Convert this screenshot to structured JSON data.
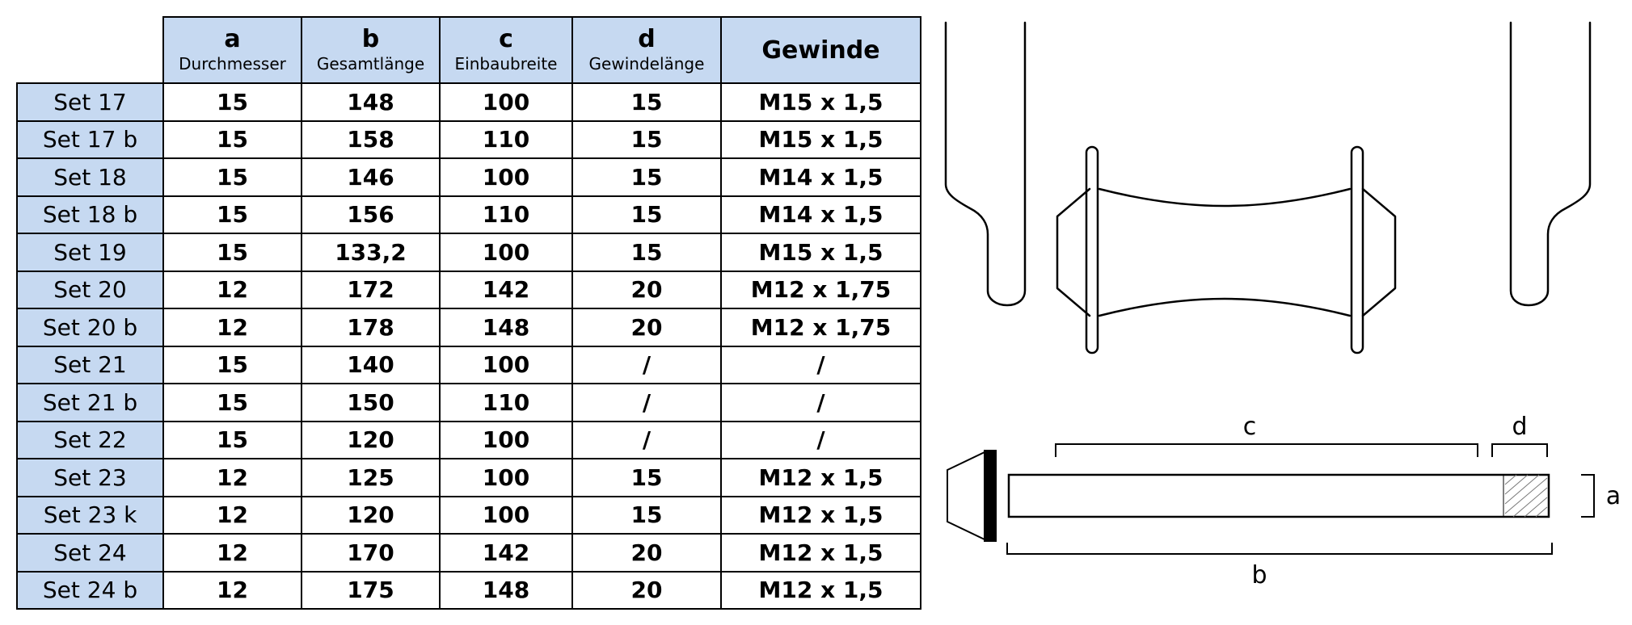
{
  "table": {
    "columns": [
      {
        "letter": "a",
        "name": "Durchmesser"
      },
      {
        "letter": "b",
        "name": "Gesamtlänge"
      },
      {
        "letter": "c",
        "name": "Einbaubreite"
      },
      {
        "letter": "d",
        "name": "Gewindelänge"
      }
    ],
    "thread_header": "Gewinde",
    "rows": [
      {
        "set": "Set 17",
        "a": "15",
        "b": "148",
        "c": "100",
        "d": "15",
        "thread": "M15 x 1,5"
      },
      {
        "set": "Set 17 b",
        "a": "15",
        "b": "158",
        "c": "110",
        "d": "15",
        "thread": "M15 x 1,5"
      },
      {
        "set": "Set 18",
        "a": "15",
        "b": "146",
        "c": "100",
        "d": "15",
        "thread": "M14 x 1,5"
      },
      {
        "set": "Set 18 b",
        "a": "15",
        "b": "156",
        "c": "110",
        "d": "15",
        "thread": "M14 x 1,5"
      },
      {
        "set": "Set 19",
        "a": "15",
        "b": "133,2",
        "c": "100",
        "d": "15",
        "thread": "M15 x 1,5"
      },
      {
        "set": "Set 20",
        "a": "12",
        "b": "172",
        "c": "142",
        "d": "20",
        "thread": "M12 x 1,75"
      },
      {
        "set": "Set 20 b",
        "a": "12",
        "b": "178",
        "c": "148",
        "d": "20",
        "thread": "M12 x 1,75"
      },
      {
        "set": "Set 21",
        "a": "15",
        "b": "140",
        "c": "100",
        "d": "/",
        "thread": "/"
      },
      {
        "set": "Set 21 b",
        "a": "15",
        "b": "150",
        "c": "110",
        "d": "/",
        "thread": "/"
      },
      {
        "set": "Set 22",
        "a": "15",
        "b": "120",
        "c": "100",
        "d": "/",
        "thread": "/"
      },
      {
        "set": "Set 23",
        "a": "12",
        "b": "125",
        "c": "100",
        "d": "15",
        "thread": "M12 x 1,5"
      },
      {
        "set": "Set 23 k",
        "a": "12",
        "b": "120",
        "c": "100",
        "d": "15",
        "thread": "M12 x 1,5"
      },
      {
        "set": "Set 24",
        "a": "12",
        "b": "170",
        "c": "142",
        "d": "20",
        "thread": "M12 x 1,5"
      },
      {
        "set": "Set 24 b",
        "a": "12",
        "b": "175",
        "c": "148",
        "d": "20",
        "thread": "M12 x 1,5"
      }
    ]
  },
  "diagram": {
    "labels": {
      "a": "a",
      "b": "b",
      "c": "c",
      "d": "d"
    }
  },
  "colors": {
    "header_fill": "#c6d9f1",
    "line": "#000000"
  }
}
